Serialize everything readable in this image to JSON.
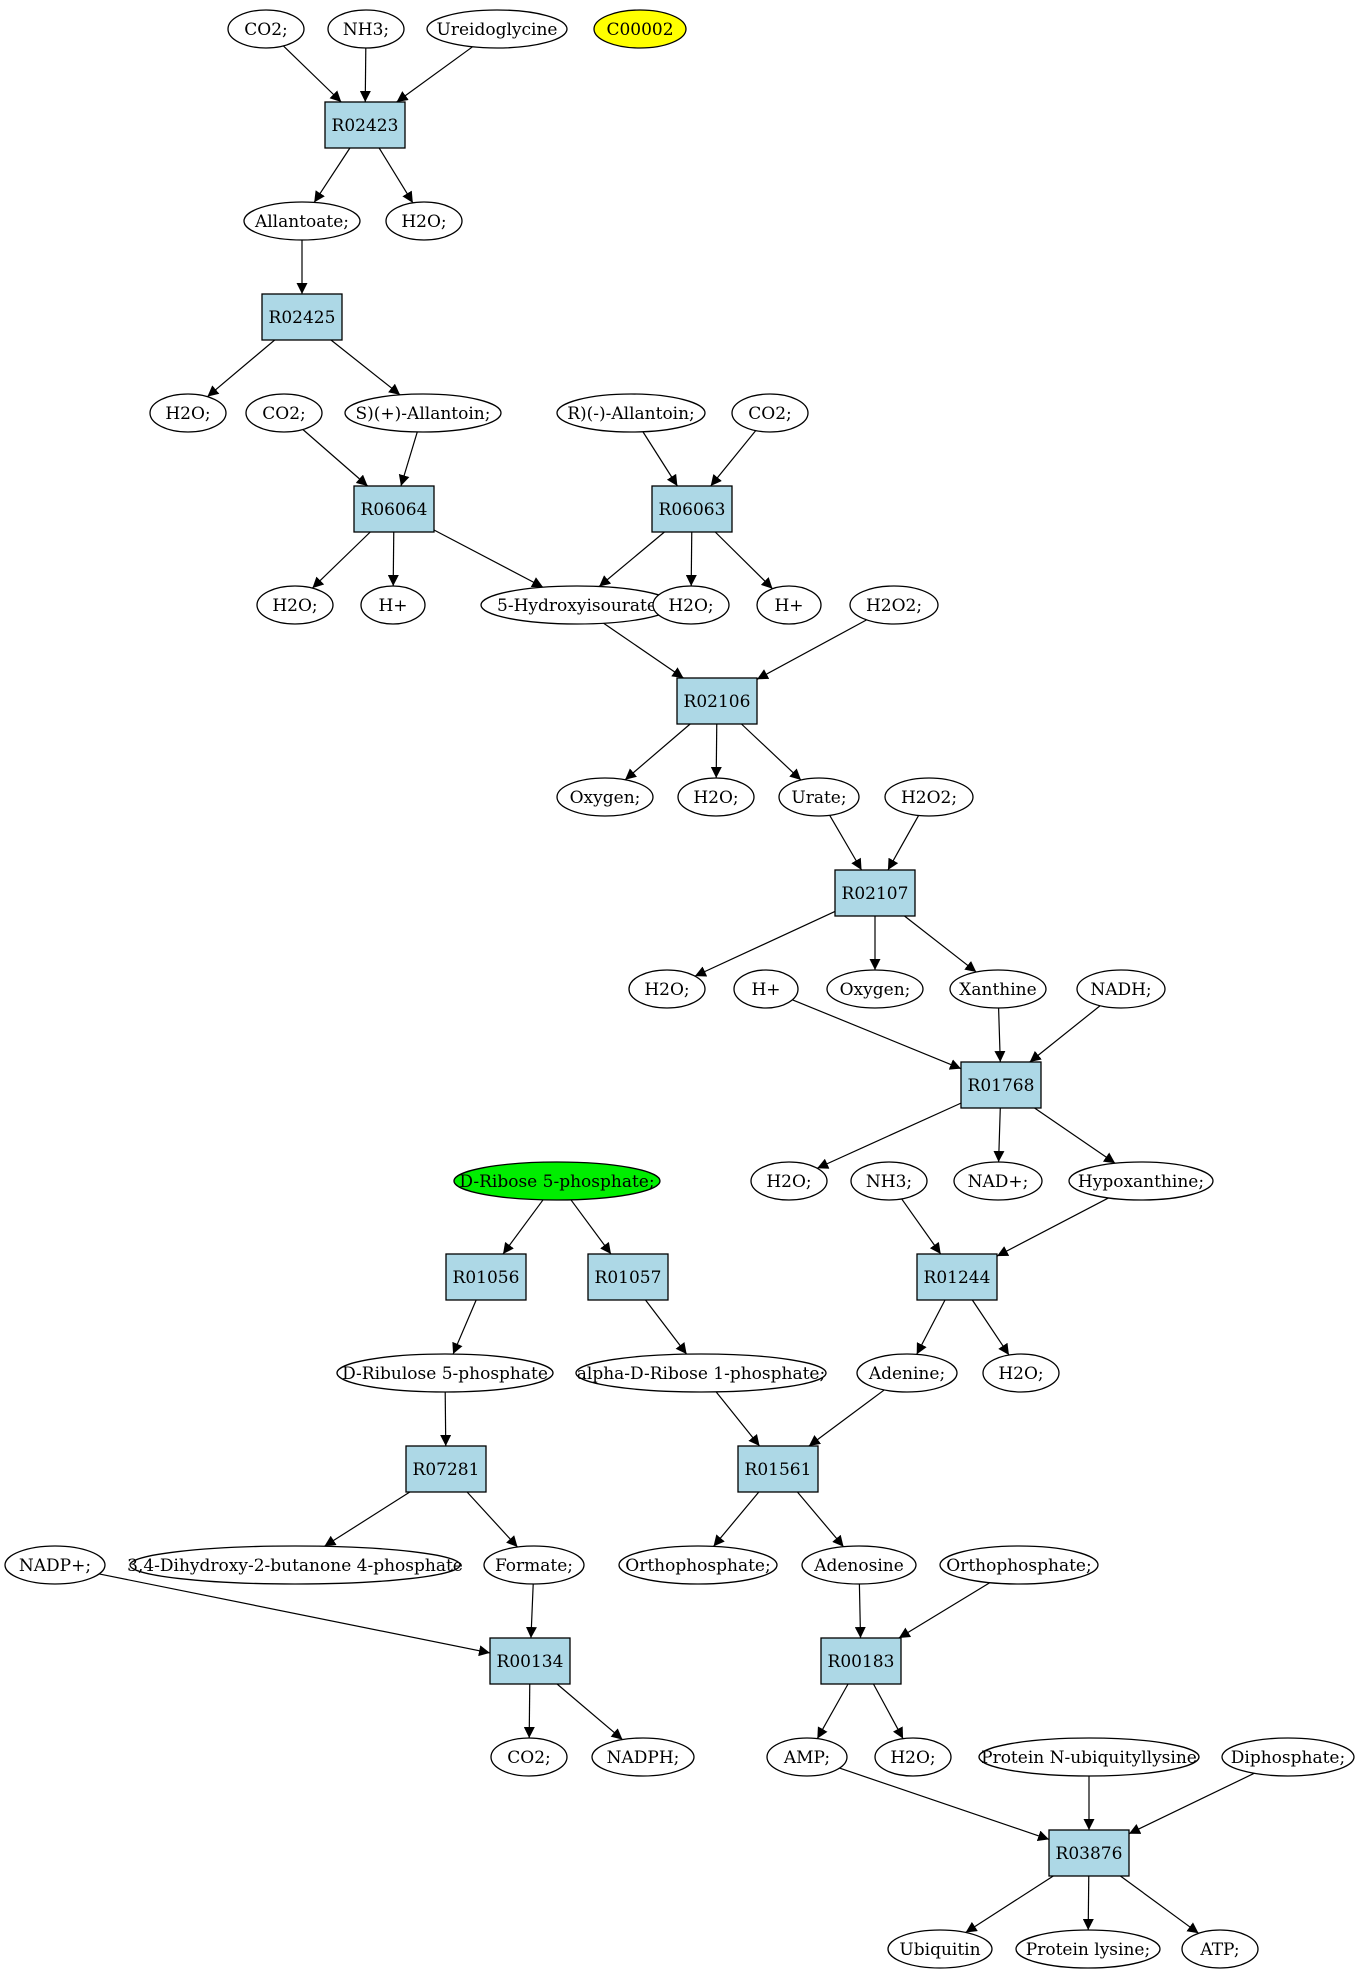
{
  "colors": {
    "reaction_fill": "#add8e6",
    "compound_fill": "#ffffff",
    "start_fill": "#00ee00",
    "target_fill": "#ffff00",
    "stroke": "#000000"
  },
  "nodes": [
    {
      "id": "co2_a",
      "label": "CO2;",
      "kind": "compound"
    },
    {
      "id": "nh3_a",
      "label": "NH3;",
      "kind": "compound"
    },
    {
      "id": "ureidoglycine",
      "label": "Ureidoglycine",
      "kind": "compound"
    },
    {
      "id": "c00002",
      "label": "C00002",
      "kind": "target"
    },
    {
      "id": "r02423",
      "label": "R02423",
      "kind": "reaction"
    },
    {
      "id": "allantoate",
      "label": "Allantoate;",
      "kind": "compound"
    },
    {
      "id": "h2o_a",
      "label": "H2O;",
      "kind": "compound"
    },
    {
      "id": "r02425",
      "label": "R02425",
      "kind": "reaction"
    },
    {
      "id": "h2o_b",
      "label": "H2O;",
      "kind": "compound"
    },
    {
      "id": "co2_b",
      "label": "CO2;",
      "kind": "compound"
    },
    {
      "id": "s_allantoin",
      "label": "S)(+)-Allantoin;",
      "kind": "compound"
    },
    {
      "id": "r_allantoin",
      "label": "R)(-)-Allantoin;",
      "kind": "compound"
    },
    {
      "id": "co2_c",
      "label": "CO2;",
      "kind": "compound"
    },
    {
      "id": "r06064",
      "label": "R06064",
      "kind": "reaction"
    },
    {
      "id": "r06063",
      "label": "R06063",
      "kind": "reaction"
    },
    {
      "id": "h2o_c",
      "label": "H2O;",
      "kind": "compound"
    },
    {
      "id": "hplus_a",
      "label": "H+",
      "kind": "compound"
    },
    {
      "id": "hydroxyisourate",
      "label": "5-Hydroxyisourate",
      "kind": "compound"
    },
    {
      "id": "h2o_d",
      "label": "H2O;",
      "kind": "compound"
    },
    {
      "id": "hplus_b",
      "label": "H+",
      "kind": "compound"
    },
    {
      "id": "h2o2_a",
      "label": "H2O2;",
      "kind": "compound"
    },
    {
      "id": "r02106",
      "label": "R02106",
      "kind": "reaction"
    },
    {
      "id": "oxygen_a",
      "label": "Oxygen;",
      "kind": "compound"
    },
    {
      "id": "h2o_e",
      "label": "H2O;",
      "kind": "compound"
    },
    {
      "id": "urate",
      "label": "Urate;",
      "kind": "compound"
    },
    {
      "id": "h2o2_b",
      "label": "H2O2;",
      "kind": "compound"
    },
    {
      "id": "r02107",
      "label": "R02107",
      "kind": "reaction"
    },
    {
      "id": "h2o_f",
      "label": "H2O;",
      "kind": "compound"
    },
    {
      "id": "hplus_c",
      "label": "H+",
      "kind": "compound"
    },
    {
      "id": "oxygen_b",
      "label": "Oxygen;",
      "kind": "compound"
    },
    {
      "id": "xanthine",
      "label": "Xanthine",
      "kind": "compound"
    },
    {
      "id": "nadh",
      "label": "NADH;",
      "kind": "compound"
    },
    {
      "id": "r01768",
      "label": "R01768",
      "kind": "reaction"
    },
    {
      "id": "h2o_g",
      "label": "H2O;",
      "kind": "compound"
    },
    {
      "id": "nh3_b",
      "label": "NH3;",
      "kind": "compound"
    },
    {
      "id": "nadplus",
      "label": "NAD+;",
      "kind": "compound"
    },
    {
      "id": "hypoxanthine",
      "label": "Hypoxanthine;",
      "kind": "compound"
    },
    {
      "id": "ribose5p",
      "label": "D-Ribose 5-phosphate;",
      "kind": "start"
    },
    {
      "id": "r01056",
      "label": "R01056",
      "kind": "reaction"
    },
    {
      "id": "r01057",
      "label": "R01057",
      "kind": "reaction"
    },
    {
      "id": "r01244",
      "label": "R01244",
      "kind": "reaction"
    },
    {
      "id": "ribulose5p",
      "label": "D-Ribulose 5-phosphate",
      "kind": "compound"
    },
    {
      "id": "ribose1p",
      "label": "alpha-D-Ribose 1-phosphate;",
      "kind": "compound"
    },
    {
      "id": "adenine",
      "label": "Adenine;",
      "kind": "compound"
    },
    {
      "id": "h2o_h",
      "label": "H2O;",
      "kind": "compound"
    },
    {
      "id": "r07281",
      "label": "R07281",
      "kind": "reaction"
    },
    {
      "id": "r01561",
      "label": "R01561",
      "kind": "reaction"
    },
    {
      "id": "nadpplus",
      "label": "NADP+;",
      "kind": "compound"
    },
    {
      "id": "dihydroxybutanone",
      "label": "3,4-Dihydroxy-2-butanone 4-phosphate",
      "kind": "compound"
    },
    {
      "id": "formate",
      "label": "Formate;",
      "kind": "compound"
    },
    {
      "id": "orthophosphate_a",
      "label": "Orthophosphate;",
      "kind": "compound"
    },
    {
      "id": "adenosine",
      "label": "Adenosine",
      "kind": "compound"
    },
    {
      "id": "orthophosphate_b",
      "label": "Orthophosphate;",
      "kind": "compound"
    },
    {
      "id": "r00134",
      "label": "R00134",
      "kind": "reaction"
    },
    {
      "id": "r00183",
      "label": "R00183",
      "kind": "reaction"
    },
    {
      "id": "co2_d",
      "label": "CO2;",
      "kind": "compound"
    },
    {
      "id": "nadph",
      "label": "NADPH;",
      "kind": "compound"
    },
    {
      "id": "amp",
      "label": "AMP;",
      "kind": "compound"
    },
    {
      "id": "h2o_i",
      "label": "H2O;",
      "kind": "compound"
    },
    {
      "id": "protein_nubiq",
      "label": "Protein N-ubiquityllysine",
      "kind": "compound"
    },
    {
      "id": "diphosphate",
      "label": "Diphosphate;",
      "kind": "compound"
    },
    {
      "id": "r03876",
      "label": "R03876",
      "kind": "reaction"
    },
    {
      "id": "ubiquitin",
      "label": "Ubiquitin",
      "kind": "compound"
    },
    {
      "id": "protein_lysine",
      "label": "Protein lysine;",
      "kind": "compound"
    },
    {
      "id": "atp",
      "label": "ATP;",
      "kind": "compound"
    }
  ],
  "edges": [
    [
      "co2_a",
      "r02423"
    ],
    [
      "nh3_a",
      "r02423"
    ],
    [
      "ureidoglycine",
      "r02423"
    ],
    [
      "r02423",
      "allantoate"
    ],
    [
      "r02423",
      "h2o_a"
    ],
    [
      "allantoate",
      "r02425"
    ],
    [
      "r02425",
      "h2o_b"
    ],
    [
      "r02425",
      "s_allantoin"
    ],
    [
      "co2_b",
      "r06064"
    ],
    [
      "s_allantoin",
      "r06064"
    ],
    [
      "r_allantoin",
      "r06063"
    ],
    [
      "co2_c",
      "r06063"
    ],
    [
      "r06064",
      "h2o_c"
    ],
    [
      "r06064",
      "hplus_a"
    ],
    [
      "r06064",
      "hydroxyisourate"
    ],
    [
      "r06063",
      "hydroxyisourate"
    ],
    [
      "r06063",
      "h2o_d"
    ],
    [
      "r06063",
      "hplus_b"
    ],
    [
      "hydroxyisourate",
      "r02106"
    ],
    [
      "h2o2_a",
      "r02106"
    ],
    [
      "r02106",
      "oxygen_a"
    ],
    [
      "r02106",
      "h2o_e"
    ],
    [
      "r02106",
      "urate"
    ],
    [
      "urate",
      "r02107"
    ],
    [
      "h2o2_b",
      "r02107"
    ],
    [
      "r02107",
      "h2o_f"
    ],
    [
      "r02107",
      "oxygen_b"
    ],
    [
      "r02107",
      "xanthine"
    ],
    [
      "hplus_c",
      "r01768"
    ],
    [
      "xanthine",
      "r01768"
    ],
    [
      "nadh",
      "r01768"
    ],
    [
      "r01768",
      "h2o_g"
    ],
    [
      "r01768",
      "nadplus"
    ],
    [
      "r01768",
      "hypoxanthine"
    ],
    [
      "nh3_b",
      "r01244"
    ],
    [
      "hypoxanthine",
      "r01244"
    ],
    [
      "r01244",
      "adenine"
    ],
    [
      "r01244",
      "h2o_h"
    ],
    [
      "ribose5p",
      "r01056"
    ],
    [
      "ribose5p",
      "r01057"
    ],
    [
      "r01056",
      "ribulose5p"
    ],
    [
      "r01057",
      "ribose1p"
    ],
    [
      "ribulose5p",
      "r07281"
    ],
    [
      "r07281",
      "dihydroxybutanone"
    ],
    [
      "r07281",
      "formate"
    ],
    [
      "ribose1p",
      "r01561"
    ],
    [
      "adenine",
      "r01561"
    ],
    [
      "r01561",
      "orthophosphate_a"
    ],
    [
      "r01561",
      "adenosine"
    ],
    [
      "nadpplus",
      "r00134"
    ],
    [
      "formate",
      "r00134"
    ],
    [
      "r00134",
      "co2_d"
    ],
    [
      "r00134",
      "nadph"
    ],
    [
      "adenosine",
      "r00183"
    ],
    [
      "orthophosphate_b",
      "r00183"
    ],
    [
      "r00183",
      "amp"
    ],
    [
      "r00183",
      "h2o_i"
    ],
    [
      "amp",
      "r03876"
    ],
    [
      "protein_nubiq",
      "r03876"
    ],
    [
      "diphosphate",
      "r03876"
    ],
    [
      "r03876",
      "ubiquitin"
    ],
    [
      "r03876",
      "protein_lysine"
    ],
    [
      "r03876",
      "atp"
    ]
  ]
}
